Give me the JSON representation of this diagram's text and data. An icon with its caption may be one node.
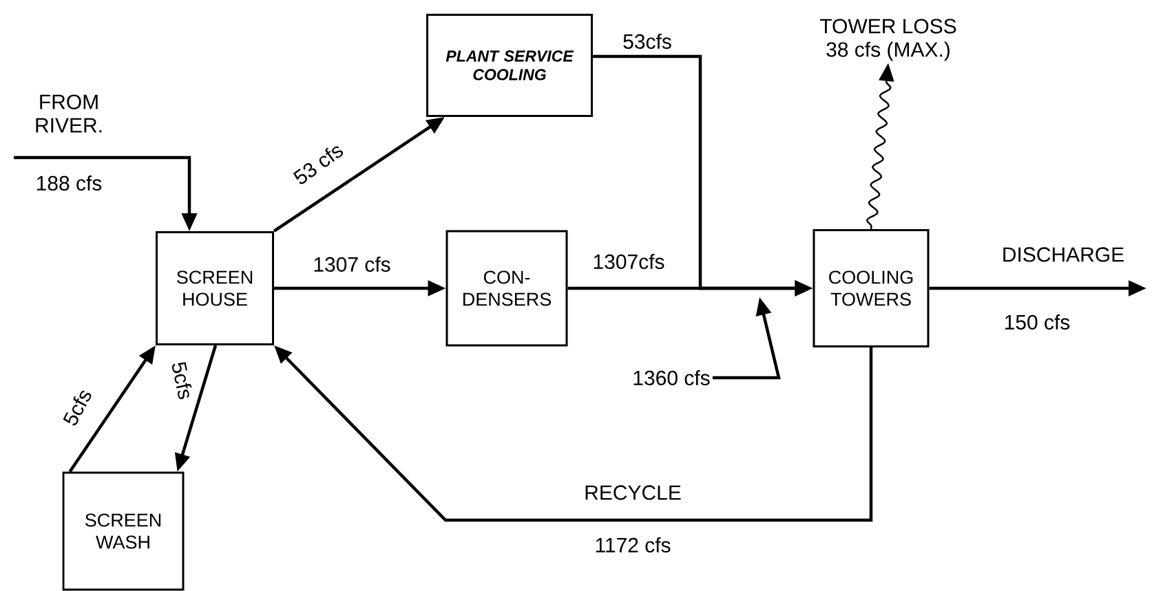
{
  "diagram": {
    "nodes": [
      {
        "text": [
          "SCREEN HOUSE"
        ]
      },
      {
        "text": [
          "PLANT SERVICE COOLING"
        ]
      },
      {
        "text": [
          "CON- DENSERS"
        ]
      },
      {
        "text": [
          "COOLING TOWERS"
        ]
      },
      {
        "text": [
          "SCREEN WASH"
        ]
      },
      {
        "text": [
          "1360 cfs"
        ]
      },
      {
        "text": [
          "TOWER LOSS",
          "38 cfs (MAX.)"
        ]
      }
    ],
    "edges": [
      {
        "from": null,
        "to": 0,
        "arrow": "to",
        "label": "188 cfs"
      },
      {
        "from": 0,
        "to": 1,
        "arrow": "to",
        "label": "53 cfs"
      },
      {
        "from": 0,
        "to": 2,
        "arrow": "to",
        "label": "1307 cfs"
      },
      {
        "from": 2,
        "to": 3,
        "arrow": "to",
        "label": "1307cfs"
      },
      {
        "from": 1,
        "to": 3,
        "arrow": "to",
        "label": "53cfs"
      },
      {
        "from": 3,
        "to": 6,
        "arrow": "to"
      },
      {
        "from": 3,
        "to": null,
        "arrow": "to",
        "label": "150 cfs"
      },
      {
        "from": 3,
        "to": 0,
        "arrow": "to",
        "label": "1172 cfs"
      },
      {
        "from": 4,
        "to": 0,
        "arrow": "to",
        "label": "5cfs"
      },
      {
        "from": 0,
        "to": 4,
        "arrow": "to",
        "label": "5cfs"
      },
      {
        "from": 5,
        "to": null,
        "arrow": "to"
      }
    ],
    "labels": [
      "FROM RIVER.",
      "DISCHARGE",
      "RECYCLE"
    ]
  }
}
